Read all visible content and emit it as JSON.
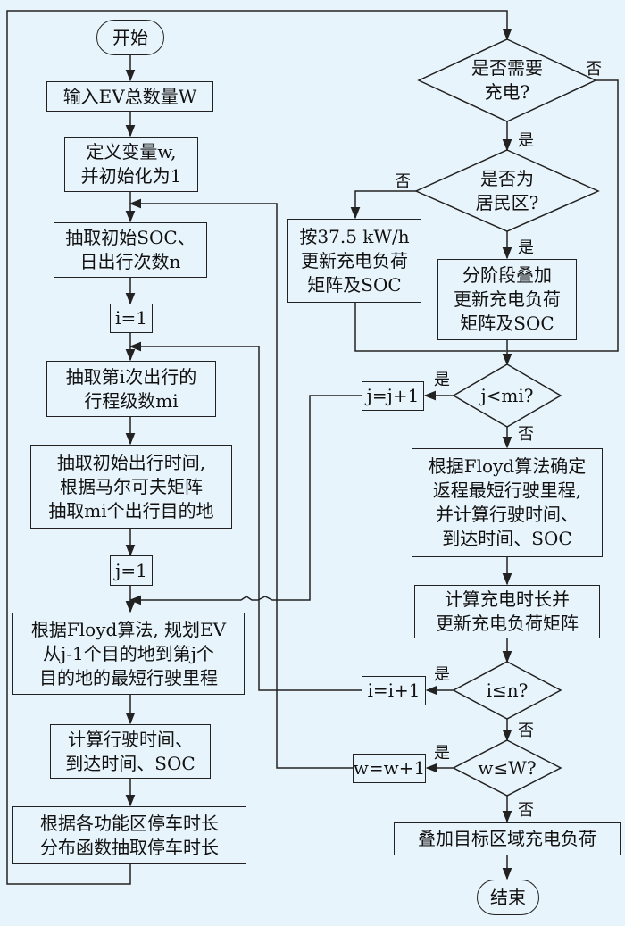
{
  "nodes": {
    "start": "开始",
    "input_ev": "输入EV总数量W",
    "define_w": "定义变量w,\n并初始化为1",
    "sample_soc": "抽取初始SOC、\n日出行次数n",
    "init_i": "i=1",
    "sample_trip_level": "抽取第i次出行的\n行程级数mi",
    "sample_start_time": "抽取初始出行时间,\n根据马尔可夫矩阵\n抽取mi个出行目的地",
    "init_j": "j=1",
    "floyd_plan": "根据Floyd算法, 规划EV\n从j-1个目的地到第j个\n目的地的最短行驶里程",
    "calc_travel": "计算行驶时间、\n到达时间、SOC",
    "sample_parking": "根据各功能区停车时长\n分布函数抽取停车时长",
    "need_charge": "是否需要\n充电?",
    "is_residential": "是否为\n居民区?",
    "charge_fixed": "按37.5 kW/h\n更新充电负荷\n矩阵及SOC",
    "charge_stepwise": "分阶段叠加\n更新充电负荷\n矩阵及SOC",
    "j_lt_mi": "j<mi?",
    "j_inc": "j=j+1",
    "floyd_return": "根据Floyd算法确定\n返程最短行驶里程,\n并计算行驶时间、\n到达时间、SOC",
    "calc_charge": "计算充电时长并\n更新充电负荷矩阵",
    "i_le_n": "i≤n?",
    "i_inc": "i=i+1",
    "w_le_W": "w≤W?",
    "w_inc": "w=w+1",
    "aggregate": "叠加目标区域充电负荷",
    "end": "结束"
  },
  "labels": {
    "yes": "是",
    "no": "否"
  }
}
